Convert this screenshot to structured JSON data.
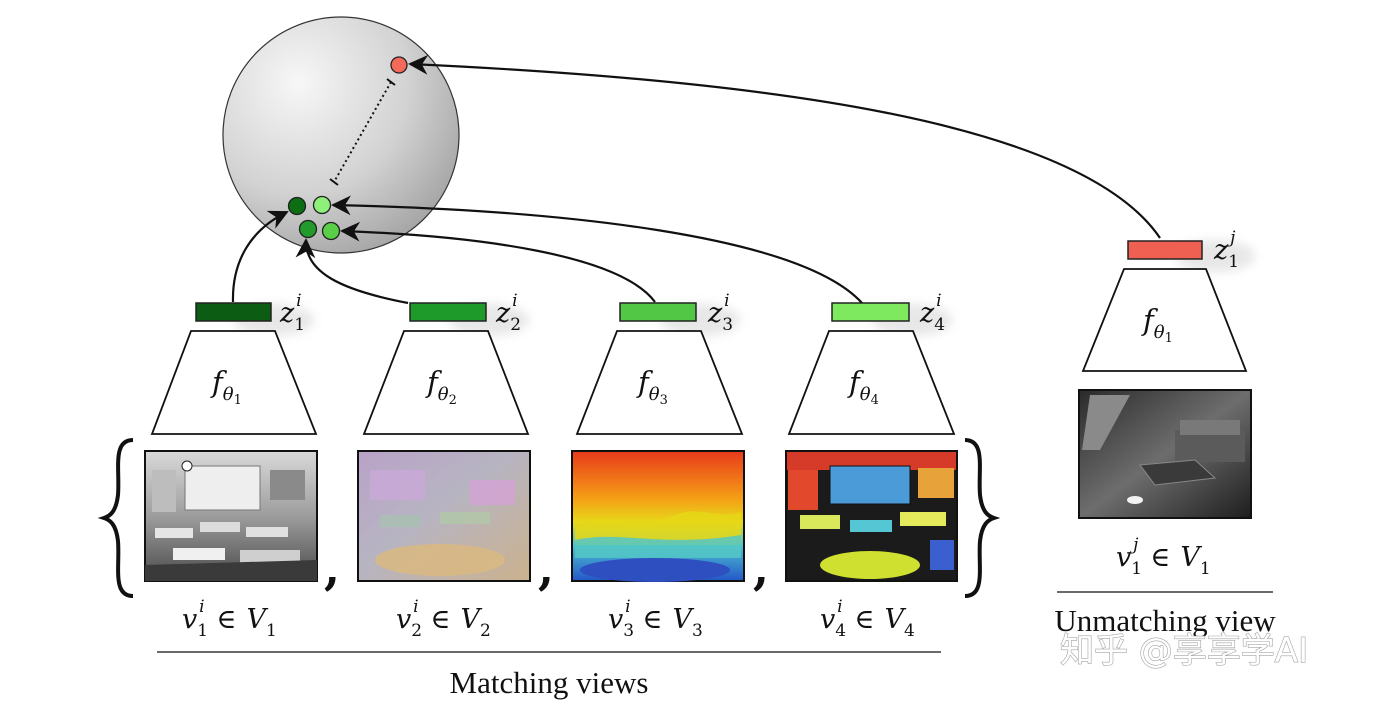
{
  "diagram": {
    "encoders": [
      {
        "id": "enc1",
        "code_label": "z",
        "code_sub": "1",
        "code_sup": "i",
        "network": "f",
        "network_sub": "θ",
        "network_subsub": "1",
        "view_var": "v",
        "view_sub": "1",
        "view_sup": "i",
        "view_set": "V",
        "view_set_sub": "1",
        "code_color": "#0c5c13"
      },
      {
        "id": "enc2",
        "code_label": "z",
        "code_sub": "2",
        "code_sup": "i",
        "network": "f",
        "network_sub": "θ",
        "network_subsub": "2",
        "view_var": "v",
        "view_sub": "2",
        "view_sup": "i",
        "view_set": "V",
        "view_set_sub": "2",
        "code_color": "#1e9a2a"
      },
      {
        "id": "enc3",
        "code_label": "z",
        "code_sub": "3",
        "code_sup": "i",
        "network": "f",
        "network_sub": "θ",
        "network_subsub": "3",
        "view_var": "v",
        "view_sub": "3",
        "view_sup": "i",
        "view_set": "V",
        "view_set_sub": "3",
        "code_color": "#52c645"
      },
      {
        "id": "enc4",
        "code_label": "z",
        "code_sub": "4",
        "code_sup": "i",
        "network": "f",
        "network_sub": "θ",
        "network_subsub": "4",
        "view_var": "v",
        "view_sub": "4",
        "view_sup": "i",
        "view_set": "V",
        "view_set_sub": "4",
        "code_color": "#7ee85e"
      }
    ],
    "unmatching": {
      "code_label": "z",
      "code_sub": "1",
      "code_sup": "j",
      "network": "f",
      "network_sub": "θ",
      "network_subsub": "1",
      "view_var": "v",
      "view_sub": "1",
      "view_sup": "j",
      "view_set": "V",
      "view_set_sub": "1",
      "code_color": "#ef5f52"
    },
    "element_of": "∈",
    "comma": ",",
    "captions": {
      "matching": "Matching views",
      "unmatching": "Unmatching view"
    },
    "watermark": "知乎 @享享学AI",
    "colors": {
      "sphere_light": "#f6f6f6",
      "sphere_dark": "#9a9a9a",
      "negative_point": "#f46a5a",
      "dark_green": "#0b6e12",
      "mid_green": "#2aa832",
      "light_green": "#8ef07a"
    }
  }
}
